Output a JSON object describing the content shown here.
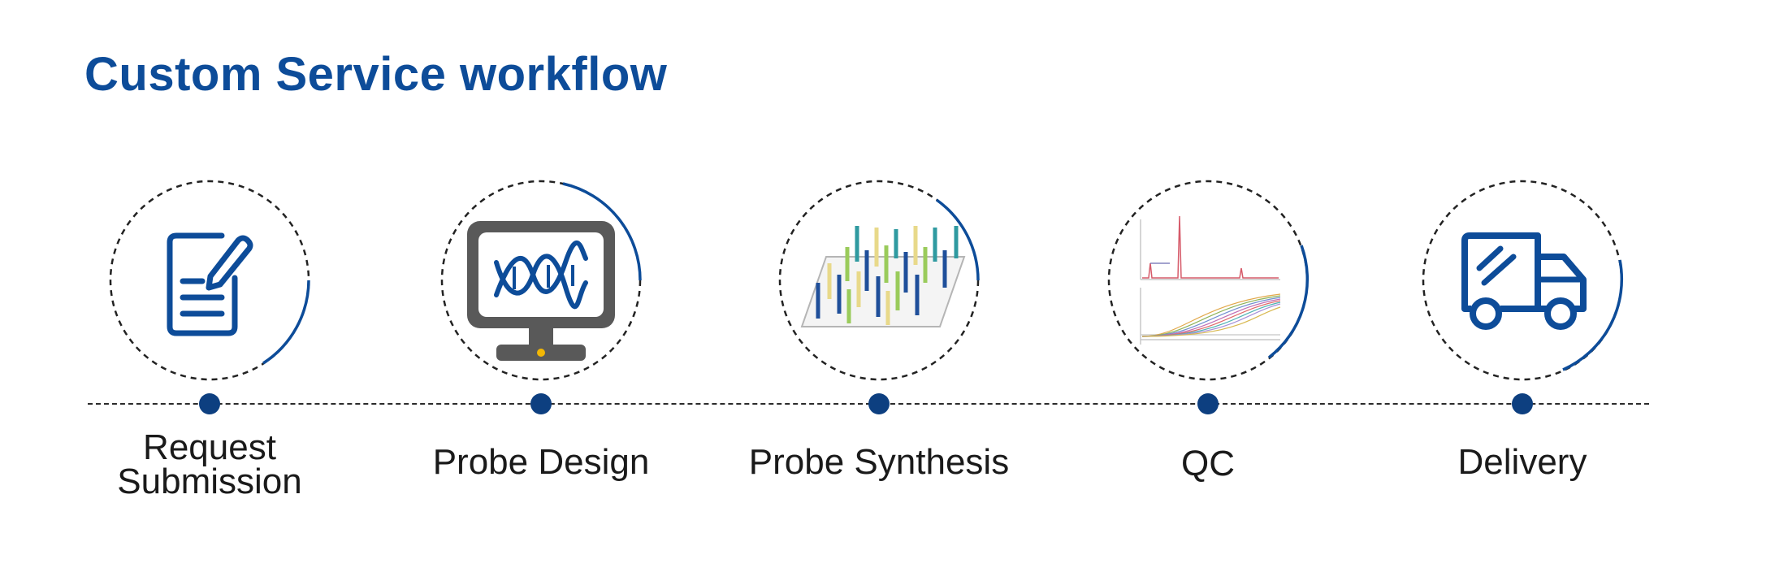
{
  "title": "Custom Service workflow",
  "colors": {
    "title": "#0d4c99",
    "accent_arc": "#0d4c99",
    "dot": "#0d3f80",
    "ring_dash": "#222222",
    "label": "#1a1a1a",
    "monitor": "#595959",
    "monitor_dot": "#f2b705"
  },
  "steps": [
    {
      "id": "request-submission",
      "label": "Request\nSubmission",
      "icon": "document-edit-icon"
    },
    {
      "id": "probe-design",
      "label": "Probe Design",
      "icon": "monitor-dna-icon"
    },
    {
      "id": "probe-synthesis",
      "label": "Probe Synthesis",
      "icon": "microarray-icon"
    },
    {
      "id": "qc",
      "label": "QC",
      "icon": "qc-chart-icon"
    },
    {
      "id": "delivery",
      "label": "Delivery",
      "icon": "delivery-truck-icon"
    }
  ]
}
